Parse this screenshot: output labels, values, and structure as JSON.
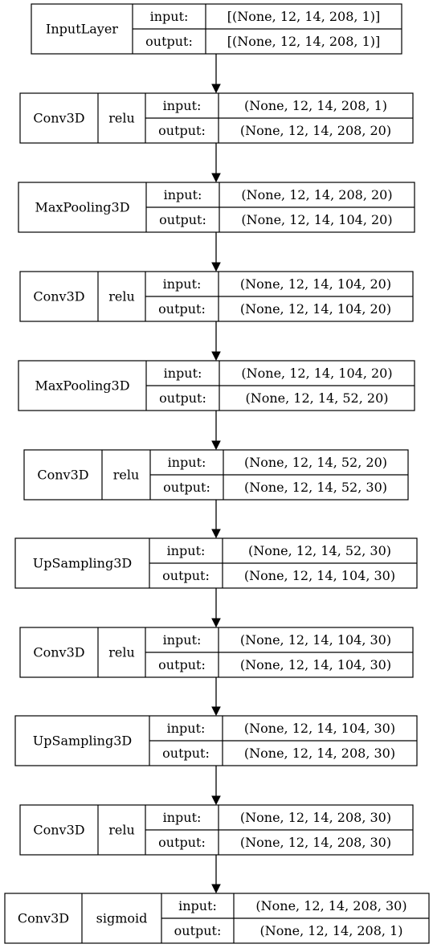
{
  "labels": {
    "input": "input:",
    "output": "output:"
  },
  "nodes": [
    {
      "type": "InputLayer",
      "activation": "",
      "input": "[(None, 12, 14, 208, 1)]",
      "output": "[(None, 12, 14, 208, 1)]"
    },
    {
      "type": "Conv3D",
      "activation": "relu",
      "input": "(None, 12, 14, 208, 1)",
      "output": "(None, 12, 14, 208, 20)"
    },
    {
      "type": "MaxPooling3D",
      "activation": "",
      "input": "(None, 12, 14, 208, 20)",
      "output": "(None, 12, 14, 104, 20)"
    },
    {
      "type": "Conv3D",
      "activation": "relu",
      "input": "(None, 12, 14, 104, 20)",
      "output": "(None, 12, 14, 104, 20)"
    },
    {
      "type": "MaxPooling3D",
      "activation": "",
      "input": "(None, 12, 14, 104, 20)",
      "output": "(None, 12, 14, 52, 20)"
    },
    {
      "type": "Conv3D",
      "activation": "relu",
      "input": "(None, 12, 14, 52, 20)",
      "output": "(None, 12, 14, 52, 30)"
    },
    {
      "type": "UpSampling3D",
      "activation": "",
      "input": "(None, 12, 14, 52, 30)",
      "output": "(None, 12, 14, 104, 30)"
    },
    {
      "type": "Conv3D",
      "activation": "relu",
      "input": "(None, 12, 14, 104, 30)",
      "output": "(None, 12, 14, 104, 30)"
    },
    {
      "type": "UpSampling3D",
      "activation": "",
      "input": "(None, 12, 14, 104, 30)",
      "output": "(None, 12, 14, 208, 30)"
    },
    {
      "type": "Conv3D",
      "activation": "relu",
      "input": "(None, 12, 14, 208, 30)",
      "output": "(None, 12, 14, 208, 30)"
    },
    {
      "type": "Conv3D",
      "activation": "sigmoid",
      "input": "(None, 12, 14, 208, 30)",
      "output": "(None, 12, 14, 208, 1)"
    }
  ]
}
